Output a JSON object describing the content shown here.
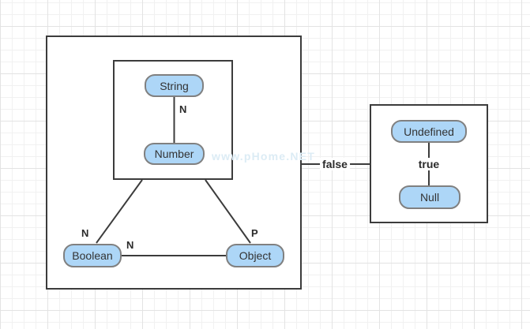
{
  "watermark": "www.pHome.NET",
  "nodes": {
    "string": {
      "label": "String"
    },
    "number": {
      "label": "Number"
    },
    "boolean": {
      "label": "Boolean"
    },
    "object": {
      "label": "Object"
    },
    "undefined": {
      "label": "Undefined"
    },
    "null": {
      "label": "Null"
    }
  },
  "edge_labels": {
    "string_number": "N",
    "inner_boolean": "N",
    "boolean_object": "N",
    "inner_object": "P",
    "left_right": "false",
    "undefined_null": "true"
  },
  "colors": {
    "node_fill": "#ADD6F7",
    "node_border": "#808080",
    "node_text": "#333333",
    "container_border": "#3C3C3C",
    "edge_line": "#3C3C3C",
    "edge_label_text": "#2B2B2B",
    "watermark_text": "#DCECF5",
    "grid_minor": "#F1F1F1",
    "grid_major": "#E3E3E3",
    "background": "#FFFFFF"
  }
}
